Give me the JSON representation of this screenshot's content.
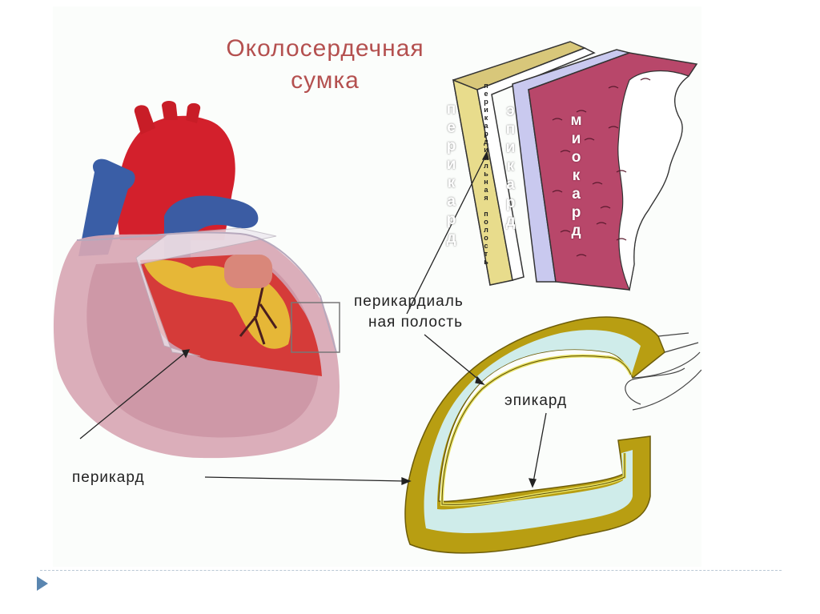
{
  "title": {
    "line1": "Околосердечная",
    "line2": "сумка"
  },
  "labels": {
    "pericardial_cavity_line1": "перикардиаль",
    "pericardial_cavity_line2": "ная полость",
    "epicard": "эпикард",
    "pericard": "перикард"
  },
  "wall_section": {
    "layer_pericard": "перикард",
    "layer_cavity": "перикардиальная полость",
    "layer_epicard": "эпикард",
    "layer_myocard": "миокард"
  },
  "colors": {
    "title": "#b4504f",
    "pericard_layer": "#b89e12",
    "cavity_layer": "#cfecea",
    "epicard_layer": "#e7e060",
    "myocard": "#b8476a",
    "aorta": "#d3202c",
    "vena": "#3a5ea6"
  }
}
